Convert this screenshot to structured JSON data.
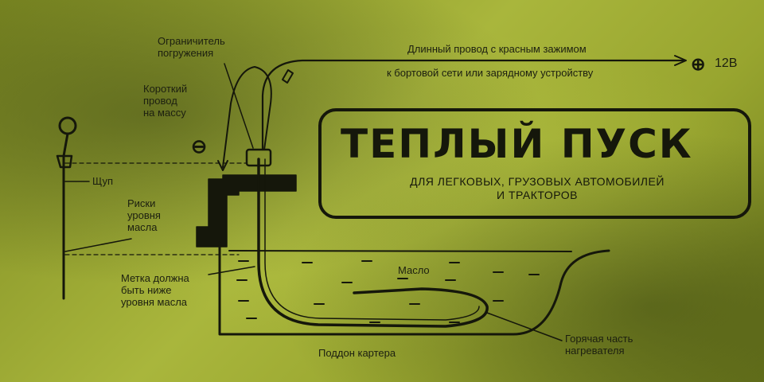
{
  "labels": {
    "limiter": "Ограничитель\nпогружения",
    "long_wire": "Длинный провод с красным зажимом",
    "long_wire_sub": "к бортовой сети или зарядному устройству",
    "voltage": "12В",
    "short_wire": "Короткий\nпровод\nна массу",
    "dipstick": "Щуп",
    "level_marks": "Риски\nуровня\nмасла",
    "mark_note": "Метка должна\nбыть ниже\nуровня масла",
    "oil": "Масло",
    "hot_part": "Горячая часть\nнагревателя",
    "oil_pan": "Поддон картера"
  },
  "box": {
    "title": "ТЕПЛЫЙ ПУСК",
    "subtitle": "ДЛЯ ЛЕГКОВЫХ, ГРУЗОВЫХ АВТОМОБИЛЕЙ\nИ ТРАКТОРОВ"
  },
  "symbols": {
    "plus_sign": "⊕",
    "minus_sign": "⊖"
  },
  "colors": {
    "ink": "#15170b",
    "paper": "#a9b63c"
  }
}
